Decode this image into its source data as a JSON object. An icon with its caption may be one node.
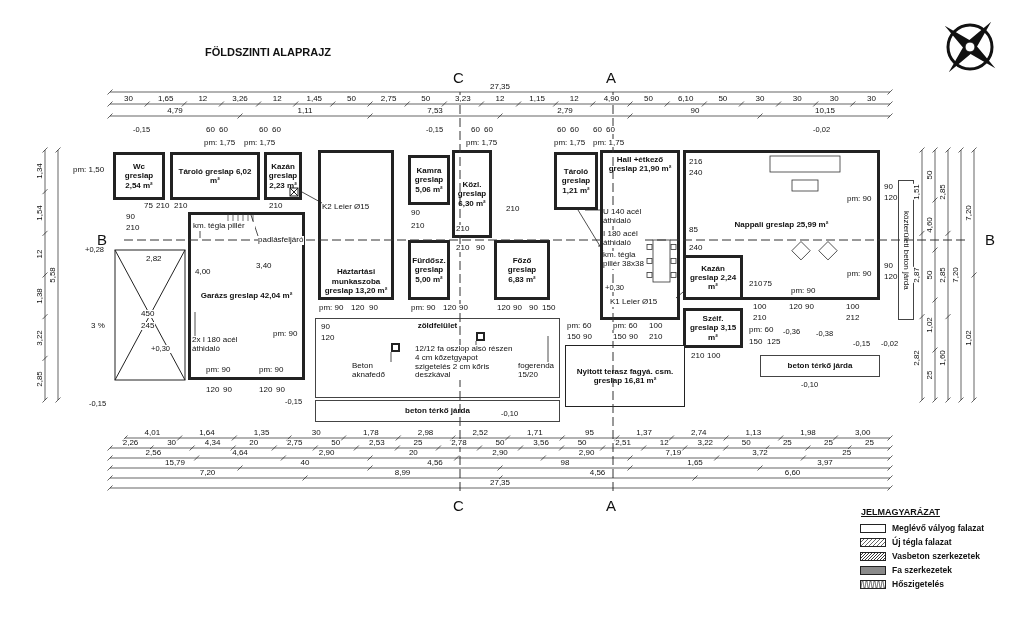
{
  "diagram": {
    "title": "FÖLDSZINTI ALAPRAJZ",
    "nodes": [
      {
        "text": [
          "Wc greslap 2,54 m²"
        ]
      },
      {
        "text": [
          "Tároló greslap 6,02 m²"
        ]
      },
      {
        "text": [
          "Kazán greslap 2,23 m²"
        ]
      },
      {
        "text": [
          "Garázs greslap 42,04 m²"
        ]
      },
      {
        "text": [
          "Háztartási munkaszoba greslap 13,20 m²"
        ]
      },
      {
        "text": [
          "Kamra greslap 5,06 m²"
        ]
      },
      {
        "text": [
          "Közl. greslap 6,30 m²"
        ]
      },
      {
        "text": [
          "Fürdősz. greslap 5,00 m²"
        ]
      },
      {
        "text": [
          "Főző greslap 6,83 m²"
        ]
      },
      {
        "text": [
          "Tároló greslap 1,21 m²"
        ]
      },
      {
        "text": [
          "Hall +étkező greslap 21,90 m²"
        ]
      },
      {
        "text": [
          "Nappali greslap 25,99 m²"
        ]
      },
      {
        "text": [
          "Kazán greslap 2,24 m²"
        ],
        "in": 11
      },
      {
        "text": [
          "Szélf. greslap 3,15 m²"
        ]
      },
      {
        "text": [
          "Nyitott terasz fagyá. csm. greslap 16,81 m²"
        ]
      },
      {
        "text": [
          "zöldfelület"
        ]
      },
      {
        "text": [
          "beton térkő járda"
        ]
      },
      {
        "text": [
          "beton térkő járda"
        ]
      },
      {
        "text": [
          "közterületi beton járda"
        ]
      },
      {
        "text": [
          "K2 Leier Ø15"
        ],
        "in": 4
      },
      {
        "text": [
          "K1 Leier Ø15"
        ],
        "in": 10
      },
      {
        "text": [
          "km. tégla pillér"
        ],
        "in": 3
      },
      {
        "text": [
          "padlásfeljáró"
        ],
        "in": 3
      },
      {
        "text": [
          "2x I 180 acél áthidaló"
        ],
        "in": 3
      },
      {
        "text": [
          "U 140 acél áthidaló"
        ],
        "in": 10
      },
      {
        "text": [
          "I 180 acél áthidaló"
        ],
        "in": 10
      },
      {
        "text": [
          "km. tégla pillér 38x38"
        ],
        "in": 10
      },
      {
        "text": [
          "Beton aknafedő"
        ],
        "in": 15
      },
      {
        "text": [
          "12/12 fa oszlop alsó részen 4 cm kőzetgyapot szigetelés 2 cm kőris deszkával"
        ],
        "in": 15
      },
      {
        "text": [
          "fogerenda 15/20"
        ],
        "in": 15
      },
      {
        "text": [],
        "shape": "box",
        "in": 15
      },
      {
        "text": [],
        "shape": "box",
        "in": 15
      }
    ],
    "edges": [
      {
        "from": 19,
        "to": 2,
        "arrow": "none"
      },
      {
        "from": 20,
        "to": 12,
        "arrow": "none"
      },
      {
        "from": 21,
        "to": null,
        "arrow": "none"
      },
      {
        "from": 22,
        "to": null,
        "arrow": "none"
      },
      {
        "from": 23,
        "to": null,
        "arrow": "none"
      },
      {
        "from": 24,
        "to": 9,
        "arrow": "none"
      },
      {
        "from": 25,
        "to": null,
        "arrow": "none"
      },
      {
        "from": 26,
        "to": 9,
        "arrow": "none"
      },
      {
        "from": 27,
        "to": 30,
        "arrow": "none"
      },
      {
        "from": 28,
        "to": 31,
        "arrow": "none"
      },
      {
        "from": 29,
        "to": null,
        "arrow": "none"
      }
    ],
    "labels": [
      "27,35",
      "30",
      "1,65",
      "12",
      "3,26",
      "12",
      "1,45",
      "50",
      "2,75",
      "50",
      "3,23",
      "12",
      "1,15",
      "12",
      "4,90",
      "50",
      "6,10",
      "50",
      "30",
      "30",
      "30",
      "30",
      "4,79",
      "1,11",
      "7,53",
      "2,79",
      "90",
      "10,15",
      "4,01",
      "1,64",
      "1,35",
      "30",
      "1,78",
      "2,98",
      "2,52",
      "1,71",
      "95",
      "1,37",
      "2,74",
      "1,13",
      "1,98",
      "3,00",
      "2,26",
      "30",
      "4,34",
      "20",
      "2,75",
      "50",
      "2,53",
      "25",
      "2,78",
      "50",
      "3,56",
      "50",
      "2,51",
      "12",
      "3,22",
      "50",
      "25",
      "25",
      "25",
      "2,56",
      "4,64",
      "2,90",
      "20",
      "2,90",
      "2,90",
      "7,19",
      "3,72",
      "25",
      "15,79",
      "40",
      "4,56",
      "98",
      "1,65",
      "3,97",
      "7,20",
      "8,99",
      "4,56",
      "6,60",
      "27,35",
      "1,51",
      "2,87",
      "2,82",
      "50",
      "4,60",
      "50",
      "1,02",
      "25",
      "2,85",
      "2,85",
      "1,60",
      "7,20",
      "7,20",
      "1,02",
      "1,34",
      "1,54",
      "12",
      "1,38",
      "3,22",
      "2,85",
      "5,58",
      "C",
      "A",
      "B",
      "B",
      "C",
      "A",
      "3 %",
      "-0,15",
      "-0,15",
      "-0,02",
      "+0,28",
      "+0,30",
      "-0,15",
      "-0,15",
      "-0,10",
      "+0,30",
      "-0,36",
      "-0,38",
      "-0,10",
      "-0,15",
      "-0,02",
      "60",
      "60",
      "60",
      "60",
      "60",
      "60",
      "60",
      "60",
      "60",
      "60",
      "pm: 1,75",
      "pm: 1,75",
      "pm: 1,75",
      "pm: 1,75",
      "pm: 1,75",
      "pm: 1,50",
      "75",
      "210",
      "210",
      "210",
      "90",
      "210",
      "2,82",
      "3,40",
      "4,00",
      "450",
      "245",
      "pm: 90",
      "pm: 90",
      "120",
      "90",
      "120",
      "90",
      "pm: 90",
      "90",
      "120",
      "pm: 90",
      "120",
      "90",
      "90",
      "210",
      "210",
      "210",
      "210",
      "90",
      "pm: 90",
      "120",
      "90",
      "120",
      "90",
      "90",
      "150",
      "pm: 60",
      "pm: 60",
      "150",
      "90",
      "150",
      "90",
      "100",
      "210",
      "216",
      "240",
      "85",
      "240",
      "210",
      "75",
      "pm: 90",
      "100",
      "120",
      "90",
      "210",
      "pm: 60",
      "150",
      "125",
      "210",
      "100",
      "100",
      "212",
      "pm: 90",
      "90",
      "120",
      "pm: 90",
      "90",
      "120",
      "JELMAGYARÁZAT"
    ],
    "legend": [
      {
        "text": "Meglévő vályog falazat"
      },
      {
        "text": "Új tégla falazat"
      },
      {
        "text": "Vasbeton szerkezetek"
      },
      {
        "text": "Fa szerkezetek"
      },
      {
        "text": "Hőszigetelés"
      }
    ]
  }
}
